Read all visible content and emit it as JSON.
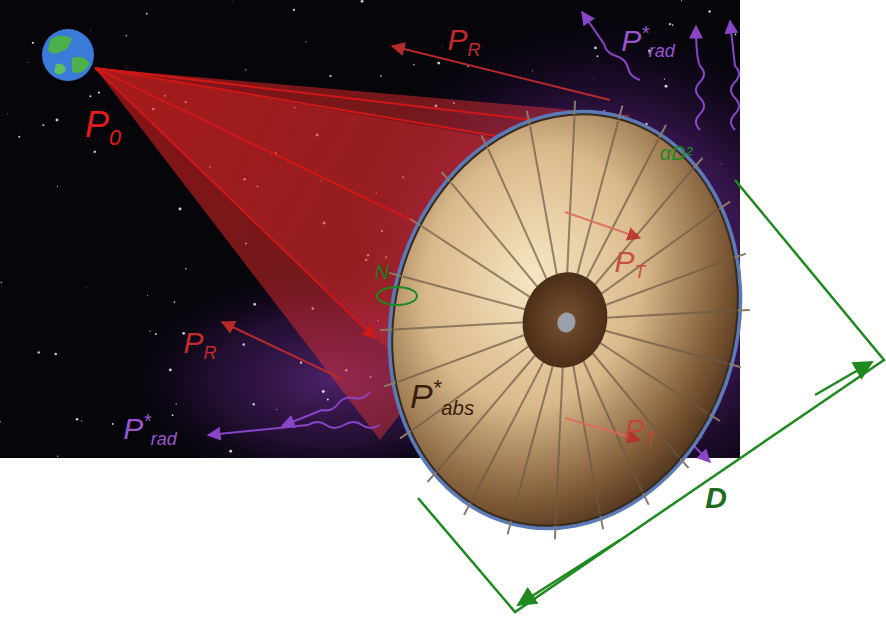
{
  "diagram": {
    "labels": [
      "P0",
      "PR",
      "P*rad",
      "αD²",
      "N",
      "PT",
      "PR",
      "P*abs",
      "P*rad",
      "PT",
      "D"
    ]
  }
}
